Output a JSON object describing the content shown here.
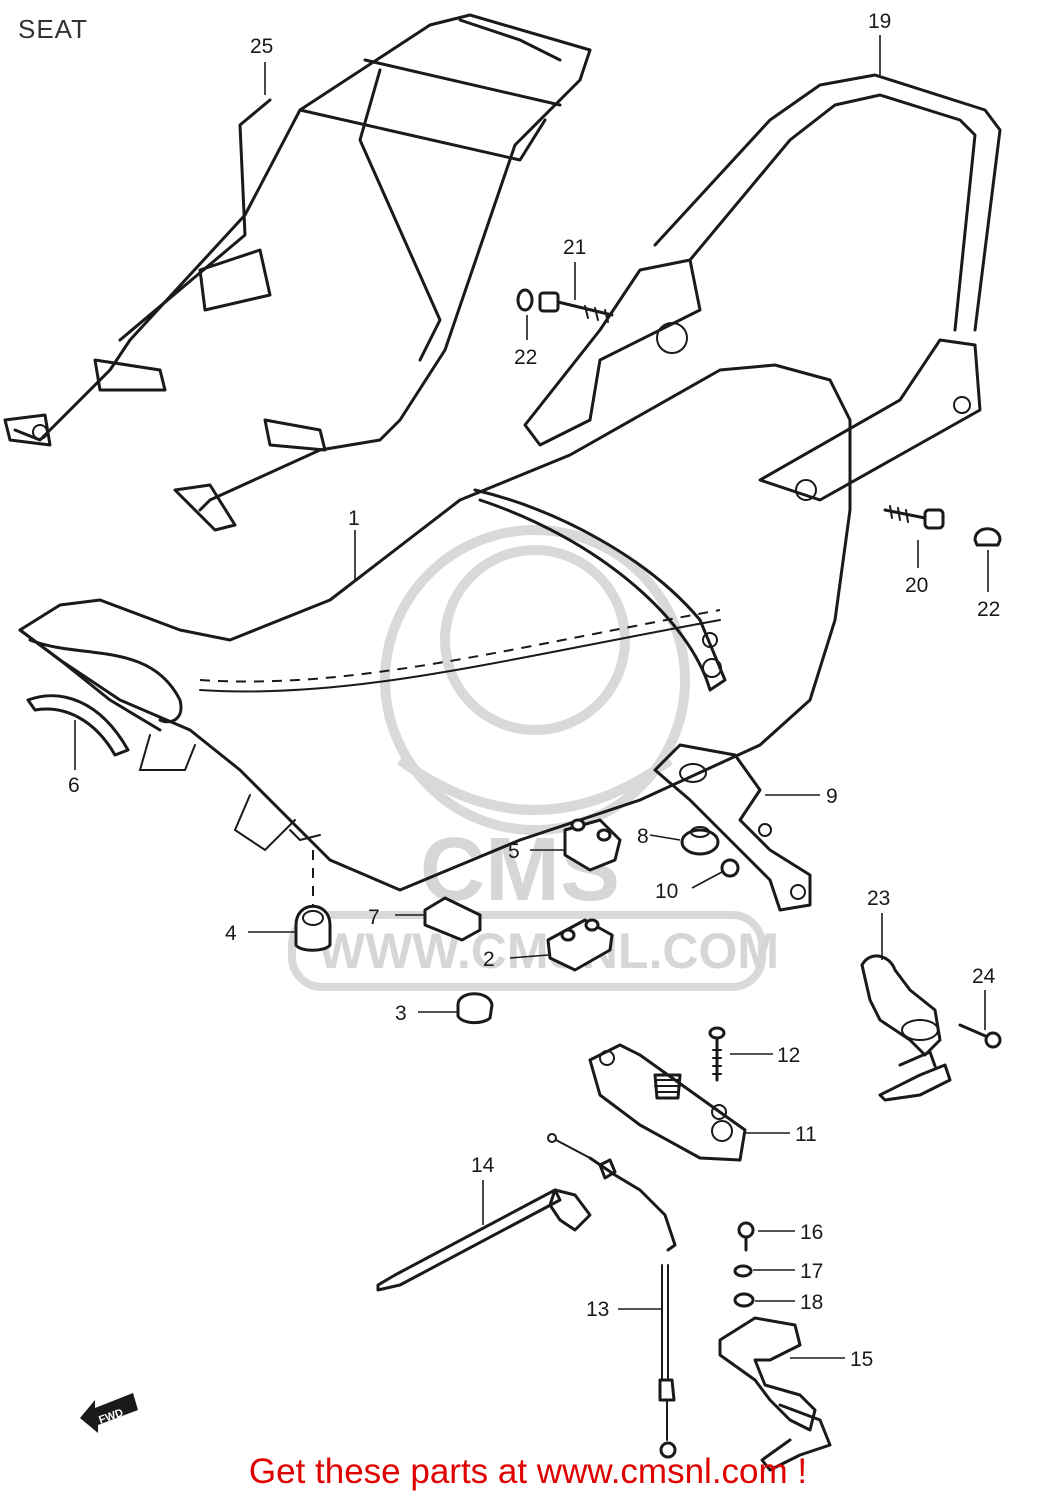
{
  "title": "SEAT",
  "watermark": {
    "text": "CMS",
    "url": "WWW.CMSNL.COM"
  },
  "callouts": [
    "1",
    "2",
    "3",
    "4",
    "5",
    "6",
    "7",
    "8",
    "9",
    "10",
    "11",
    "12",
    "13",
    "14",
    "15",
    "16",
    "17",
    "18",
    "19",
    "20",
    "21",
    "22",
    "22",
    "23",
    "24",
    "25"
  ],
  "fwd_label": "FWD",
  "footer": "Get these parts at www.cmsnl.com !",
  "colors": {
    "footer": "#e00000",
    "line": "#1a1a1a",
    "watermark": "#d6d6d6"
  }
}
